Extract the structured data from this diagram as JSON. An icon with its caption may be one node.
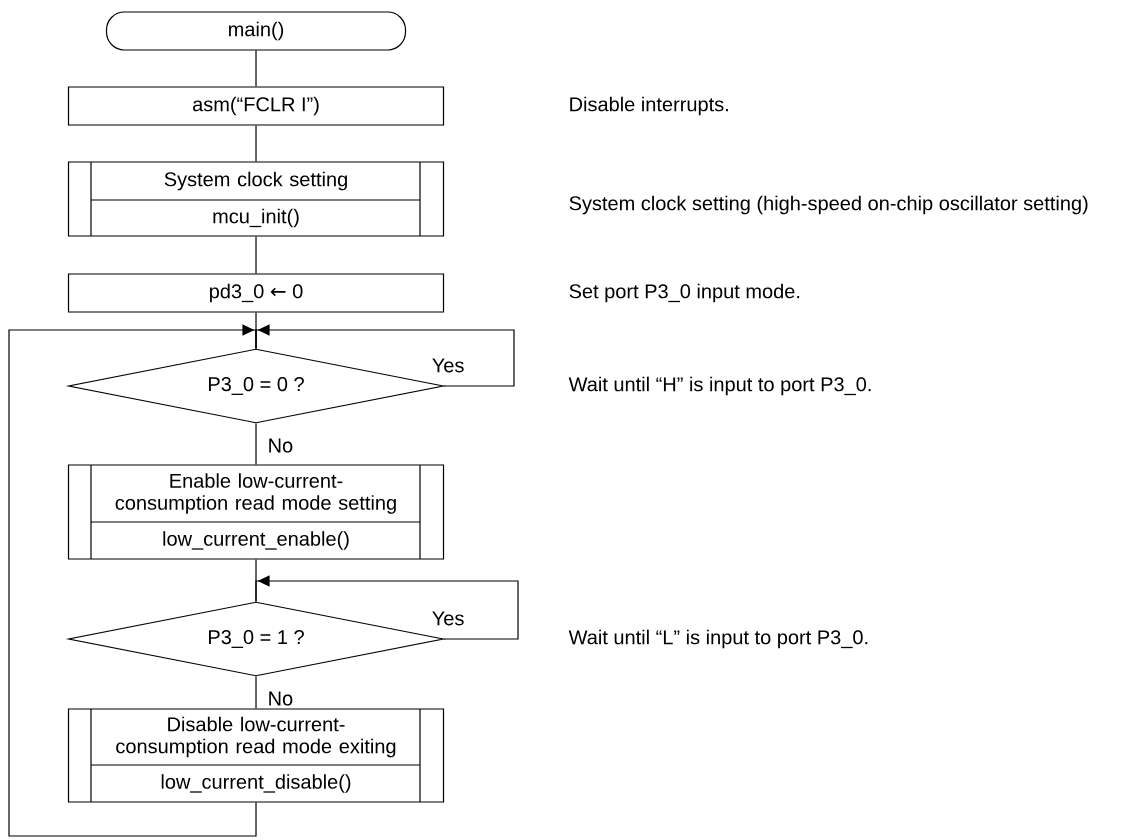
{
  "diagram": {
    "nodes": [
      {
        "text": [
          "main()"
        ]
      },
      {
        "text": [
          "asm(“FCLR I”)"
        ]
      },
      {
        "text": [
          "System clock setting",
          "mcu_init()"
        ]
      },
      {
        "text": [
          "pd3_0 ← 0"
        ]
      },
      {
        "text": [
          "P3_0 = 0 ?"
        ]
      },
      {
        "text": [
          "Enable low-current-consumption read mode setting",
          "low_current_enable()"
        ]
      },
      {
        "text": [
          "P3_0 = 1 ?"
        ]
      },
      {
        "text": [
          "Disable low-current-consumption read mode exiting",
          "low_current_disable()"
        ]
      }
    ],
    "edges": [
      {
        "from": 0,
        "to": 1,
        "arrow": "none"
      },
      {
        "from": 1,
        "to": 2,
        "arrow": "none"
      },
      {
        "from": 2,
        "to": 3,
        "arrow": "none"
      },
      {
        "from": 3,
        "to": 4,
        "arrow": "none"
      },
      {
        "from": 4,
        "to": 4,
        "arrow": "to",
        "label": "Yes"
      },
      {
        "from": 4,
        "to": 5,
        "arrow": "none",
        "label": "No"
      },
      {
        "from": 5,
        "to": 6,
        "arrow": "none"
      },
      {
        "from": 6,
        "to": 6,
        "arrow": "to",
        "label": "Yes"
      },
      {
        "from": 6,
        "to": 7,
        "arrow": "none",
        "label": "No"
      },
      {
        "from": 7,
        "to": 4,
        "arrow": "to"
      }
    ],
    "labels": [
      "Disable interrupts.",
      "System clock setting (high-speed on-chip oscillator setting)",
      "Set port P3_0 input mode.",
      "Wait until “H” is input to port P3_0.",
      "Wait until “L” is input to port P3_0."
    ]
  }
}
